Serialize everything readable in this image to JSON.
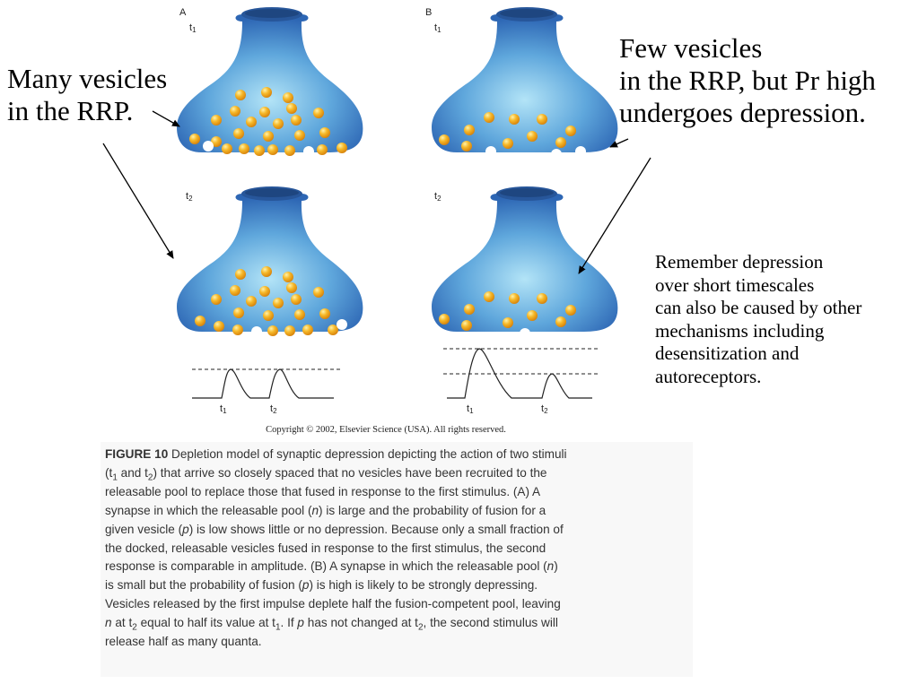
{
  "panels": {
    "a": {
      "letter": "A",
      "t1_label": "t",
      "t1_sub": "1",
      "t2_label": "t",
      "t2_sub": "2"
    },
    "b": {
      "letter": "B",
      "t1_label": "t",
      "t1_sub": "1",
      "t2_label": "t",
      "t2_sub": "2"
    }
  },
  "traces": {
    "a": {
      "tick1": "t",
      "tick1_sub": "1",
      "tick2": "t",
      "tick2_sub": "2"
    },
    "b": {
      "tick1": "t",
      "tick1_sub": "1",
      "tick2": "t",
      "tick2_sub": "2"
    }
  },
  "notes": {
    "many_vesicles": [
      "Many vesicles",
      "in the RRP."
    ],
    "few_vesicles": [
      "Few vesicles",
      "in the RRP, but Pr high",
      "undergoes depression."
    ],
    "remember": [
      "Remember depression",
      "over short timescales",
      "can also be caused by other",
      "mechanisms including",
      "desensitization and",
      "autoreceptors."
    ]
  },
  "copyright": "Copyright © 2002, Elsevier Science (USA). All rights reserved.",
  "caption": {
    "figure_label": "FIGURE 10",
    "l1": "Depletion model of synaptic depression depicting the action of two stimuli",
    "l2a": "(t",
    "l2s1": "1",
    "l2b": " and t",
    "l2s2": "2",
    "l2c": ") that arrive so closely spaced that no vesicles have been recruited to the",
    "l3": "releasable pool to replace those that fused in response to the first stimulus. (A) A",
    "l4a": "synapse in which the releasable pool (",
    "l4n": "n",
    "l4b": ") is large and the probability of fusion for a",
    "l5a": "given vesicle (",
    "l5p": "p",
    "l5b": ") is low shows little or no depression. Because only a small fraction of",
    "l6": "the docked, releasable vesicles fused in response to the first stimulus, the second",
    "l7a": "response is comparable in amplitude. (B) A synapse in which the releasable pool (",
    "l7n": "n",
    "l7b": ")",
    "l8a": "is small but the probability of fusion (",
    "l8p": "p",
    "l8b": ") is high is likely to be strongly depressing.",
    "l9": "Vesicles released by the first impulse deplete half the fusion-competent pool, leaving",
    "l10n": "n",
    "l10a": " at t",
    "l10s1": "2",
    "l10b": " equal to half its value at t",
    "l10s2": "1",
    "l10c": ". If ",
    "l10p": "p",
    "l10d": " has not changed at t",
    "l10s3": "2",
    "l10e": ", the second stimulus will",
    "l11": "release half as many quanta."
  },
  "colors": {
    "terminal_dark": "#2f6ab7",
    "terminal_light": "#a9dcf3",
    "vesicle": "#f3a81b",
    "docked_empty": "#ffffff"
  }
}
